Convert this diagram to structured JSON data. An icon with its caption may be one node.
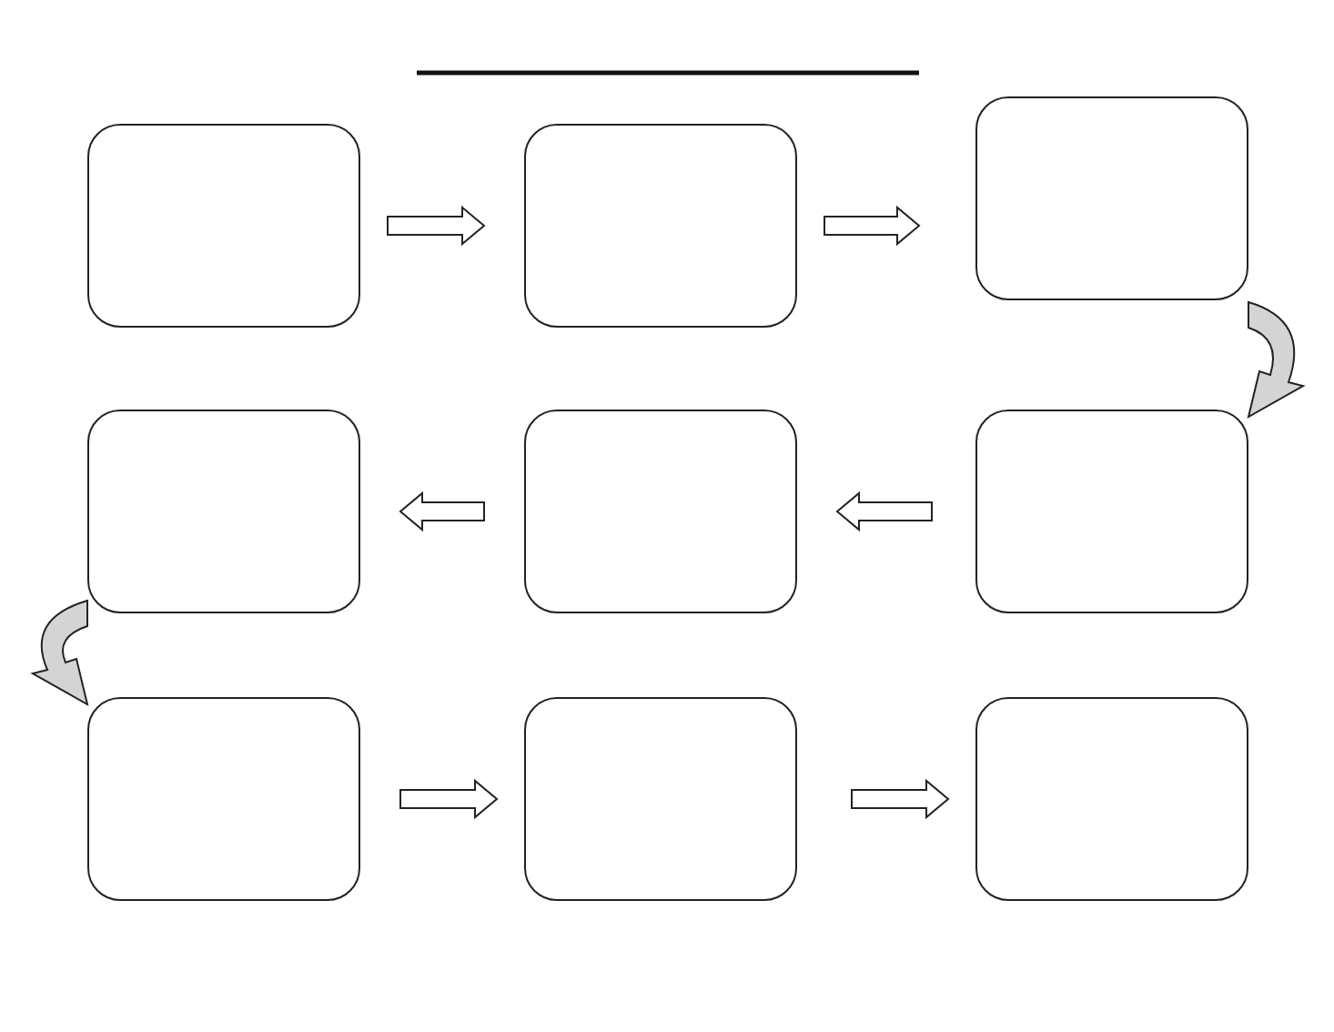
{
  "diagram": {
    "nodes": [
      {
        "text": [],
        "shape": "box"
      },
      {
        "text": [],
        "shape": "box"
      },
      {
        "text": [],
        "shape": "box"
      },
      {
        "text": [],
        "shape": "box"
      },
      {
        "text": [],
        "shape": "box"
      },
      {
        "text": [],
        "shape": "box"
      },
      {
        "text": [],
        "shape": "box"
      },
      {
        "text": [],
        "shape": "box"
      },
      {
        "text": [],
        "shape": "box"
      }
    ],
    "edges": [
      {
        "from": 0,
        "to": 1,
        "arrow": "to"
      },
      {
        "from": 1,
        "to": 2,
        "arrow": "to"
      },
      {
        "from": 2,
        "to": 5,
        "arrow": "to"
      },
      {
        "from": 5,
        "to": 4,
        "arrow": "to"
      },
      {
        "from": 4,
        "to": 3,
        "arrow": "to"
      },
      {
        "from": 3,
        "to": 6,
        "arrow": "to"
      },
      {
        "from": 6,
        "to": 7,
        "arrow": "to"
      },
      {
        "from": 7,
        "to": 8,
        "arrow": "to"
      }
    ]
  }
}
